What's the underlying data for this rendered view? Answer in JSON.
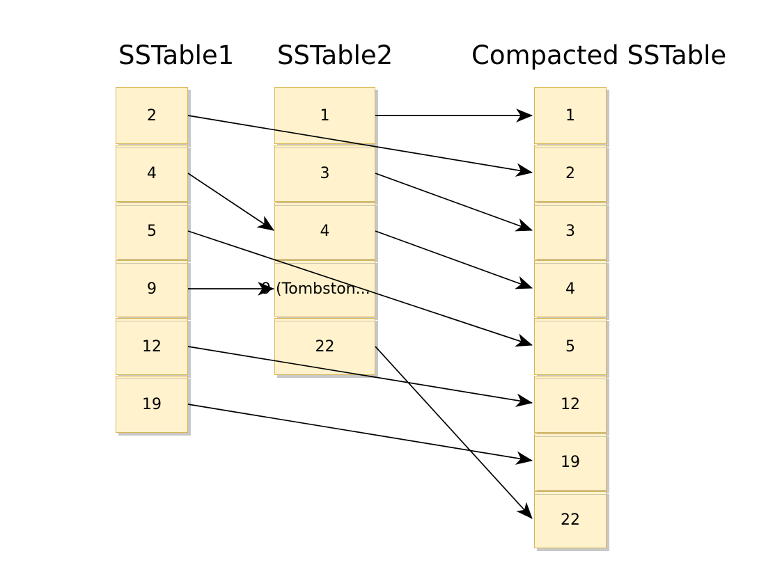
{
  "titles": {
    "sstable1": "SSTable1",
    "sstable2": "SSTable2",
    "compacted": "Compacted SSTable"
  },
  "sstable1": {
    "cells": [
      "2",
      "4",
      "5",
      "9",
      "12",
      "19"
    ]
  },
  "sstable2": {
    "cells": [
      "1",
      "3",
      "4",
      "9 (Tombston...",
      "22"
    ]
  },
  "compacted": {
    "cells": [
      "1",
      "2",
      "3",
      "4",
      "5",
      "12",
      "19",
      "22"
    ]
  },
  "colors": {
    "cell_fill": "#fff2cc",
    "cell_border": "#d6b656",
    "arrow": "#000000"
  }
}
